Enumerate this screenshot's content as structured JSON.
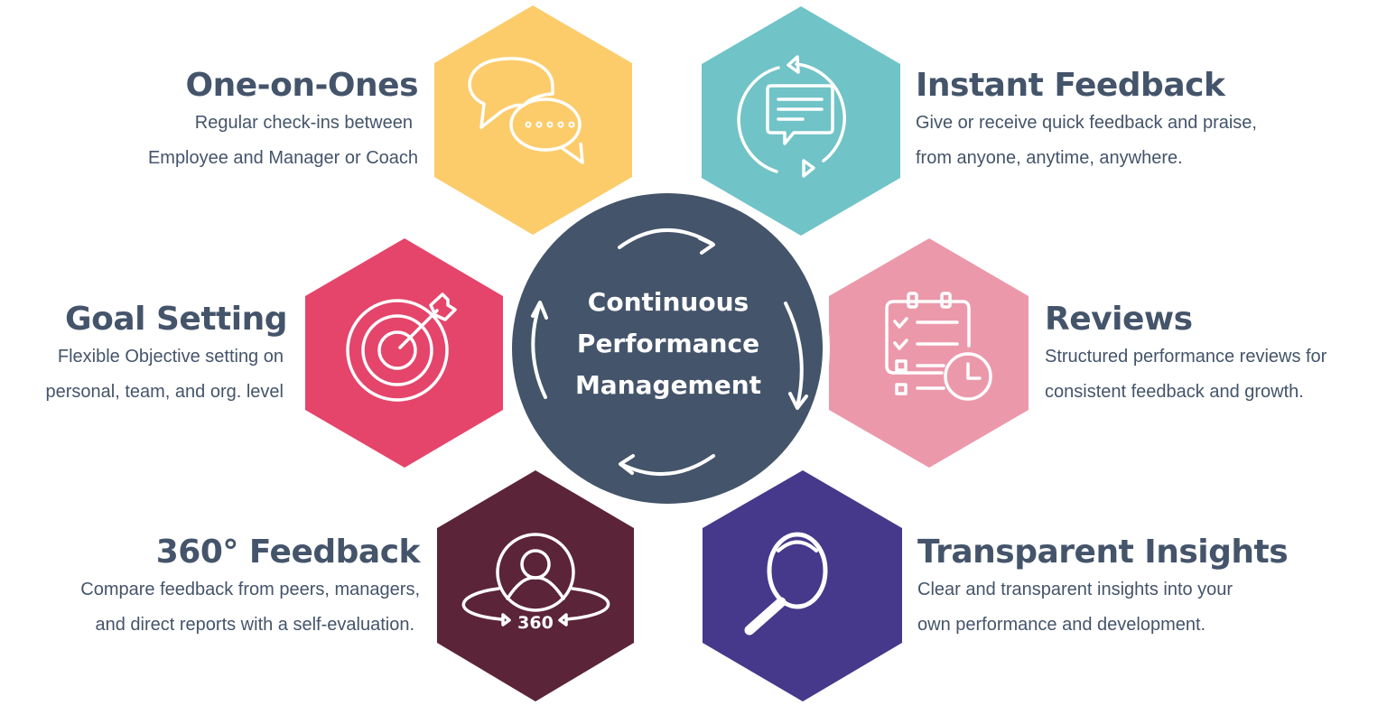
{
  "center": {
    "lines": [
      "Continuous",
      "Performance",
      "Management"
    ],
    "color": "#44546a"
  },
  "colors": {
    "text": "#44546a",
    "one_on_ones": "#fccc6b",
    "instant_feedback": "#70c3c7",
    "goal_setting": "#e5456a",
    "reviews": "#ec98ab",
    "feedback_360": "#5b2439",
    "transparent_insights": "#46388a"
  },
  "items": [
    {
      "key": "one_on_ones",
      "title": "One-on-Ones",
      "desc": [
        "Regular check-ins between",
        "Employee and Manager or Coach"
      ],
      "icon": "chat-bubbles-icon"
    },
    {
      "key": "instant_feedback",
      "title": "Instant Feedback",
      "desc": [
        "Give or receive quick feedback and praise,",
        "from anyone, anytime, anywhere."
      ],
      "icon": "message-cycle-icon"
    },
    {
      "key": "goal_setting",
      "title": "Goal Setting",
      "desc": [
        "Flexible Objective setting on",
        "personal, team, and org. level"
      ],
      "icon": "target-icon"
    },
    {
      "key": "reviews",
      "title": "Reviews",
      "desc": [
        "Structured performance reviews for",
        "consistent feedback and growth."
      ],
      "icon": "checklist-clock-icon"
    },
    {
      "key": "feedback_360",
      "title": "360° Feedback",
      "desc": [
        "Compare feedback from peers, managers,",
        "and direct reports with a self-evaluation."
      ],
      "icon": "person-360-icon",
      "icon_text": "360"
    },
    {
      "key": "transparent_insights",
      "title": "Transparent Insights",
      "desc": [
        "Clear and transparent insights into your",
        "own performance and development."
      ],
      "icon": "magnifier-icon"
    }
  ]
}
